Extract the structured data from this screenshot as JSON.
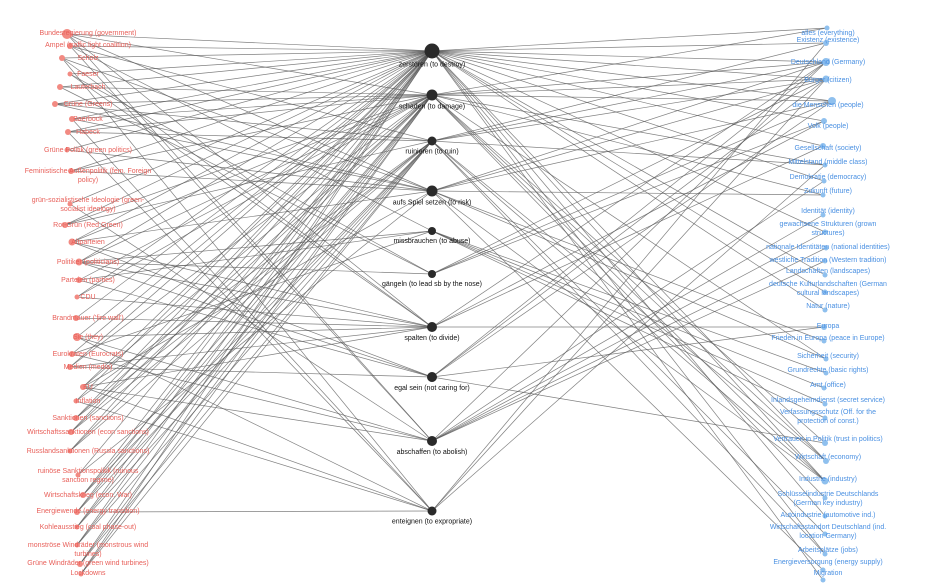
{
  "colors": {
    "left": "#f28a82",
    "right": "#8fc0ee",
    "verbs": "#2a2a2a",
    "left_text": "#e8605a",
    "right_text": "#4a90e2",
    "edges": "#555555"
  },
  "left_nodes": [
    {
      "label": [
        "Bundesregierung (government)"
      ]
    },
    {
      "label": [
        "Ampel (traffic light coalition)"
      ]
    },
    {
      "label": [
        "Scholz"
      ]
    },
    {
      "label": [
        "Faeser"
      ]
    },
    {
      "label": [
        "Lauterbach"
      ]
    },
    {
      "label": [
        "Grüne (Greens)"
      ]
    },
    {
      "label": [
        "Baerbock"
      ]
    },
    {
      "label": [
        "Habeck"
      ]
    },
    {
      "label": [
        "Grüne Politik (green politics)"
      ]
    },
    {
      "label": [
        "Feministische Außenpolitik (fem. Foreign",
        "policy)"
      ]
    },
    {
      "label": [
        "grün-sozialistische Ideologie (green-",
        "socialist ideology)"
      ]
    },
    {
      "label": [
        "Rot-Grün (Red Green)"
      ]
    },
    {
      "label": [
        "Altparteien"
      ]
    },
    {
      "label": [
        "Politiker (politicians)"
      ]
    },
    {
      "label": [
        "Parteien (parties)"
      ]
    },
    {
      "label": [
        "CDU"
      ]
    },
    {
      "label": [
        "Brandmauer ('fire wall')"
      ]
    },
    {
      "label": [
        "Sie (they)"
      ]
    },
    {
      "label": [
        "Eurokraten (Eurocrats)"
      ]
    },
    {
      "label": [
        "Medien (media)"
      ]
    },
    {
      "label": [
        "EU"
      ]
    },
    {
      "label": [
        "Inflation"
      ]
    },
    {
      "label": [
        "Sanktionen (sanctions)"
      ]
    },
    {
      "label": [
        "Wirtschaftssanktionen (econ sanctions)"
      ]
    },
    {
      "label": [
        "Russlandsanktionen (Russia sanctions)"
      ]
    },
    {
      "label": [
        "ruinöse Sanktionspolitik (ruinous",
        "sanction regime)"
      ]
    },
    {
      "label": [
        "Wirtschaftskrieg (econ. War)"
      ]
    },
    {
      "label": [
        "Energiewende (energy transition)"
      ]
    },
    {
      "label": [
        "Kohleausstieg (coal phase-out)"
      ]
    },
    {
      "label": [
        "monströse Windräder (monstrous wind",
        "turbines)"
      ]
    },
    {
      "label": [
        "Grüne Windräder (green wind turbines)"
      ]
    },
    {
      "label": [
        "Lockdowns"
      ]
    }
  ],
  "verbs": [
    {
      "label": "zerstören (to destroy)"
    },
    {
      "label": "schaden (to damage)"
    },
    {
      "label": "ruinieren (to ruin)"
    },
    {
      "label": "aufs Spiel setzen (to risk)"
    },
    {
      "label": "missbrauchen (to abuse)"
    },
    {
      "label": "gängeln (to lead sb by the nose)"
    },
    {
      "label": "spalten (to divide)"
    },
    {
      "label": "egal sein (not caring for)"
    },
    {
      "label": "abschaffen (to abolish)"
    },
    {
      "label": "enteignen (to expropriate)"
    }
  ],
  "right_nodes": [
    {
      "label": [
        "alles (everything)"
      ]
    },
    {
      "label": [
        "Existenz (existence)"
      ]
    },
    {
      "label": [
        "Deutschland (Germany)"
      ]
    },
    {
      "label": [
        "Bürger (citizen)"
      ]
    },
    {
      "label": [
        "die Menschen (people)"
      ]
    },
    {
      "label": [
        "Volk (people)"
      ]
    },
    {
      "label": [
        "Gesellschaft (society)"
      ]
    },
    {
      "label": [
        "Mittelstand (middle class)"
      ]
    },
    {
      "label": [
        "Demokratie (democracy)"
      ]
    },
    {
      "label": [
        "Zukunft (future)"
      ]
    },
    {
      "label": [
        "Identität (identity)"
      ]
    },
    {
      "label": [
        "gewachsene Strukturen (grown",
        "structures)"
      ]
    },
    {
      "label": [
        "nationale Identitäten (national identities)"
      ]
    },
    {
      "label": [
        "westliche Tradition (Western tradition)"
      ]
    },
    {
      "label": [
        "Landschaften (landscapes)"
      ]
    },
    {
      "label": [
        "deutsche Kulturlandschaften (German",
        "cultural landscapes)"
      ]
    },
    {
      "label": [
        "Natur (nature)"
      ]
    },
    {
      "label": [
        "Europa"
      ]
    },
    {
      "label": [
        "Frieden in Europa (peace in Europe)"
      ]
    },
    {
      "label": [
        "Sicherheit (security)"
      ]
    },
    {
      "label": [
        "Grundrechte (basic rights)"
      ]
    },
    {
      "label": [
        "Amt (office)"
      ]
    },
    {
      "label": [
        "Inlandsgeheimdienst (secret service)"
      ]
    },
    {
      "label": [
        "Verfassungsschutz (Off. for the",
        "protection of const.)"
      ]
    },
    {
      "label": [
        "Vertrauen in Politik (trust in politics)"
      ]
    },
    {
      "label": [
        "Wirtschaft (economy)"
      ]
    },
    {
      "label": [
        "Industrie (industry)"
      ]
    },
    {
      "label": [
        "Schlüsselindustrie Deutschlands",
        "(German key industry)"
      ]
    },
    {
      "label": [
        "Autoindustrie (automotive ind.)"
      ]
    },
    {
      "label": [
        "Wirtschaftsstandort Deutschland (ind.",
        "location Germany)"
      ]
    },
    {
      "label": [
        "Arbeitsplätze (jobs)"
      ]
    },
    {
      "label": [
        "Energieversorgung (energy supply)"
      ]
    },
    {
      "label": [
        "Migration"
      ]
    }
  ]
}
